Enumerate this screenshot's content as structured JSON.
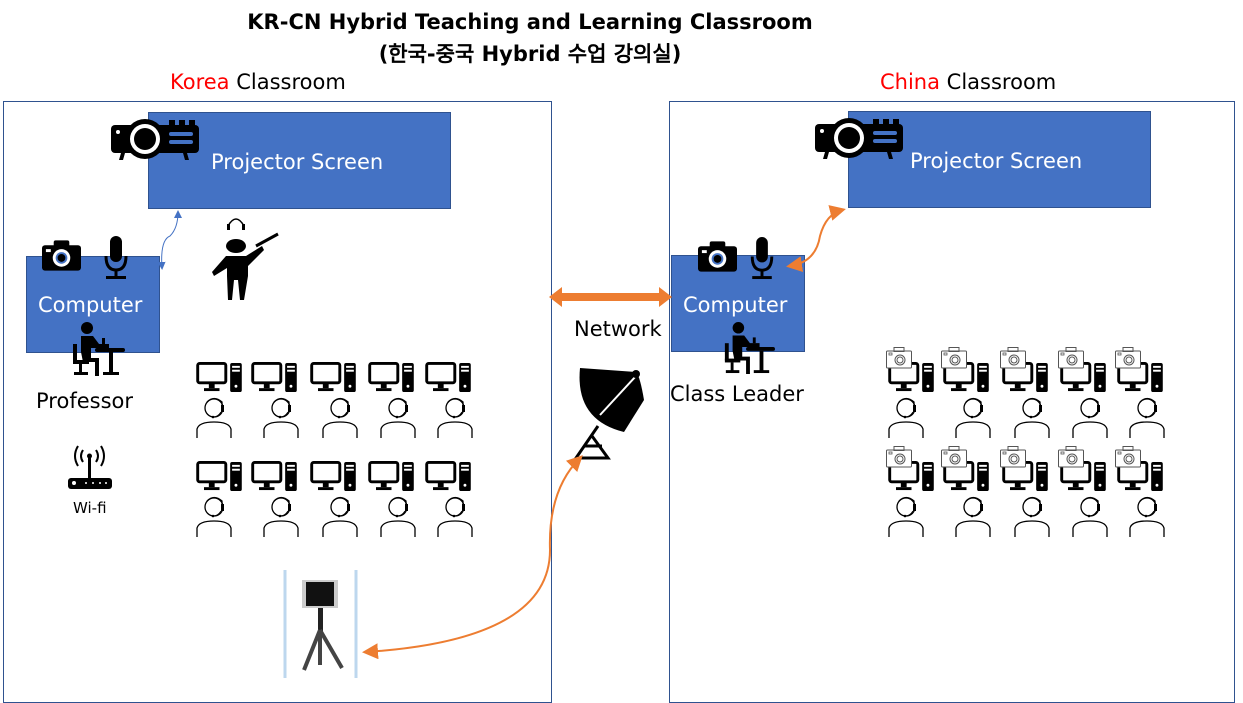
{
  "title": {
    "line1": "KR-CN Hybrid Teaching and Learning Classroom",
    "line2": "(한국-중국 Hybrid 수업 강의실)"
  },
  "korea": {
    "label_country": "Korea",
    "label_room": " Classroom",
    "projector_screen": "Projector  Screen",
    "computer": "Computer",
    "professor": "Professor",
    "wifi": "Wi-fi",
    "student_rows": 2,
    "students_per_row": 5
  },
  "china": {
    "label_country": "China",
    "label_room": " Classroom",
    "projector_screen": "Projector  Screen",
    "computer": "Computer",
    "class_leader": "Class  Leader",
    "student_rows": 2,
    "students_per_row": 5
  },
  "network": {
    "label": "Network"
  },
  "colors": {
    "accent_blue": "#4472c4",
    "arrow_orange": "#ed7d31",
    "country_red": "#ff0000"
  }
}
